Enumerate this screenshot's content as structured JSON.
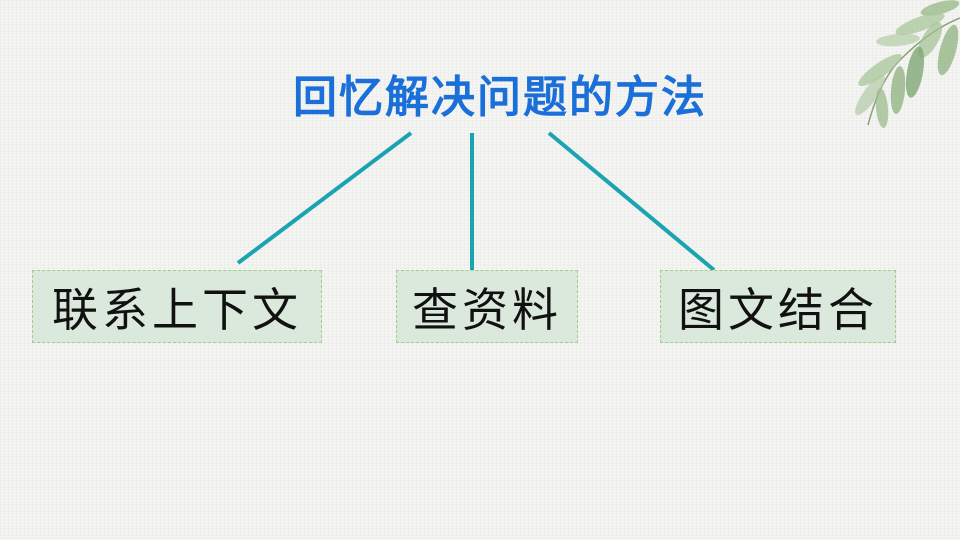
{
  "title": "回忆解决问题的方法",
  "branches": [
    {
      "label": "联系上下文"
    },
    {
      "label": "查资料"
    },
    {
      "label": "图文结合"
    }
  ],
  "colors": {
    "title": "#1a6fd8",
    "connector": "#1aa3b0",
    "box_fill": "#dbe9dc",
    "box_border": "#9fcf87",
    "box_text": "#111111",
    "background": "#f1f1ef",
    "leaf": "#7fa874"
  },
  "decoration": {
    "top_right": "leaf-branch"
  }
}
